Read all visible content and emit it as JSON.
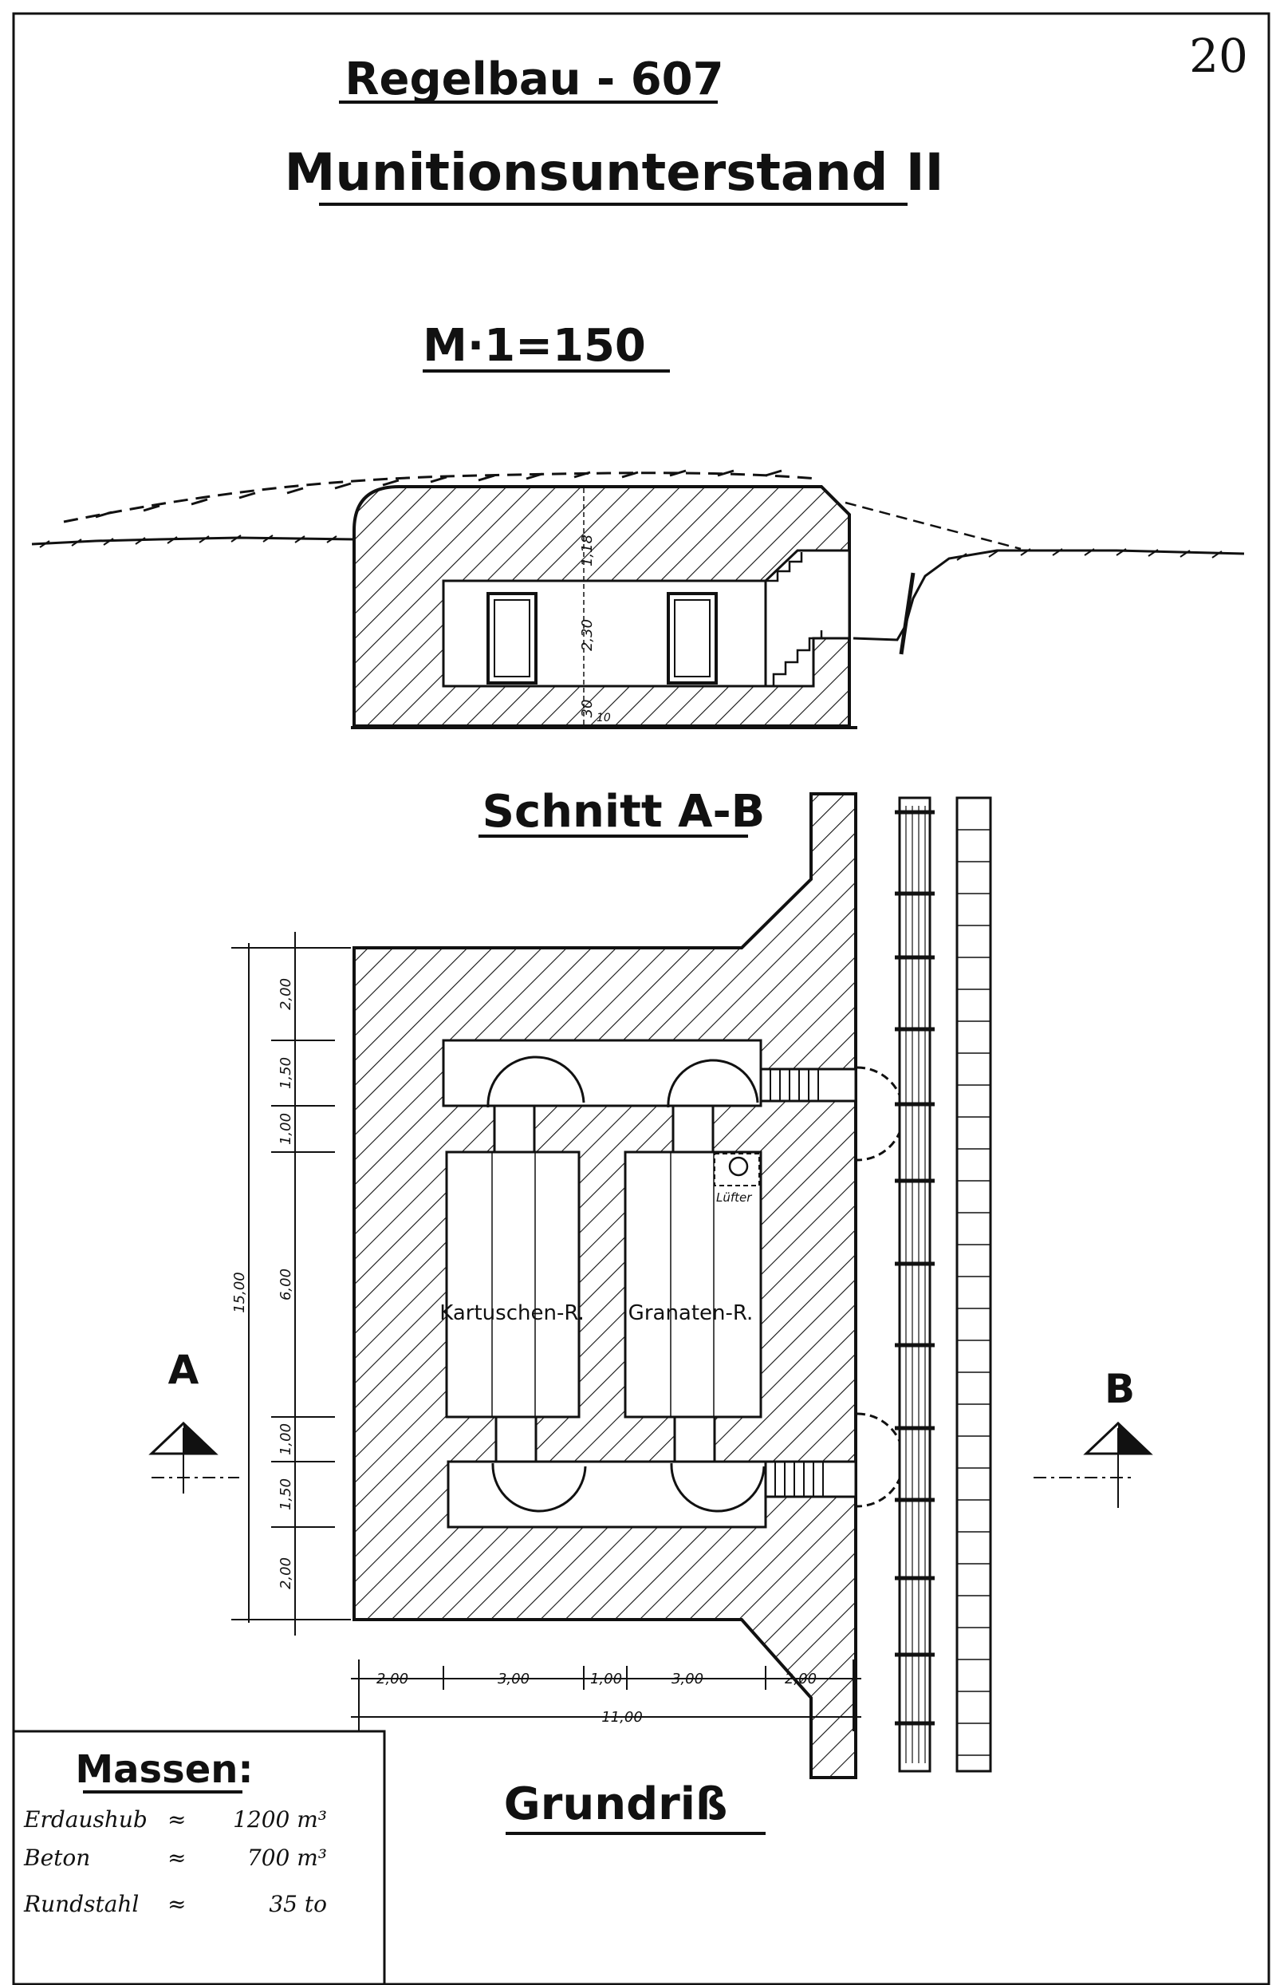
{
  "sheet": {
    "page_number": "20",
    "title": "Regelbau - 607",
    "subtitle": "Munitionsunterstand II",
    "scale": "M·1=150"
  },
  "section": {
    "title": "Schnitt A-B",
    "dims": [
      "1,18",
      "2,30",
      "30",
      "10"
    ]
  },
  "plan": {
    "title": "Grundriß",
    "room_left": "Kartuschen-R.",
    "room_right": "Granaten-R.",
    "vent": "Lüfter",
    "marker_a": "A",
    "marker_b": "B",
    "vertical_dims": [
      "2,00",
      "1,50",
      "1,00",
      "6,00",
      "1,00",
      "1,50",
      "2,00"
    ],
    "vertical_total": "15,00",
    "horizontal_dims": [
      "2,00",
      "3,00",
      "1,00",
      "3,00",
      "2,00"
    ],
    "horizontal_total": "11,00"
  },
  "massen": {
    "title": "Massen:",
    "rows": [
      {
        "label": "Erdaushub",
        "sign": "≈",
        "value": "1200 m³"
      },
      {
        "label": "Beton",
        "sign": "≈",
        "value": "700 m³"
      },
      {
        "label": "Rundstahl",
        "sign": "≈",
        "value": "35 to"
      }
    ]
  }
}
